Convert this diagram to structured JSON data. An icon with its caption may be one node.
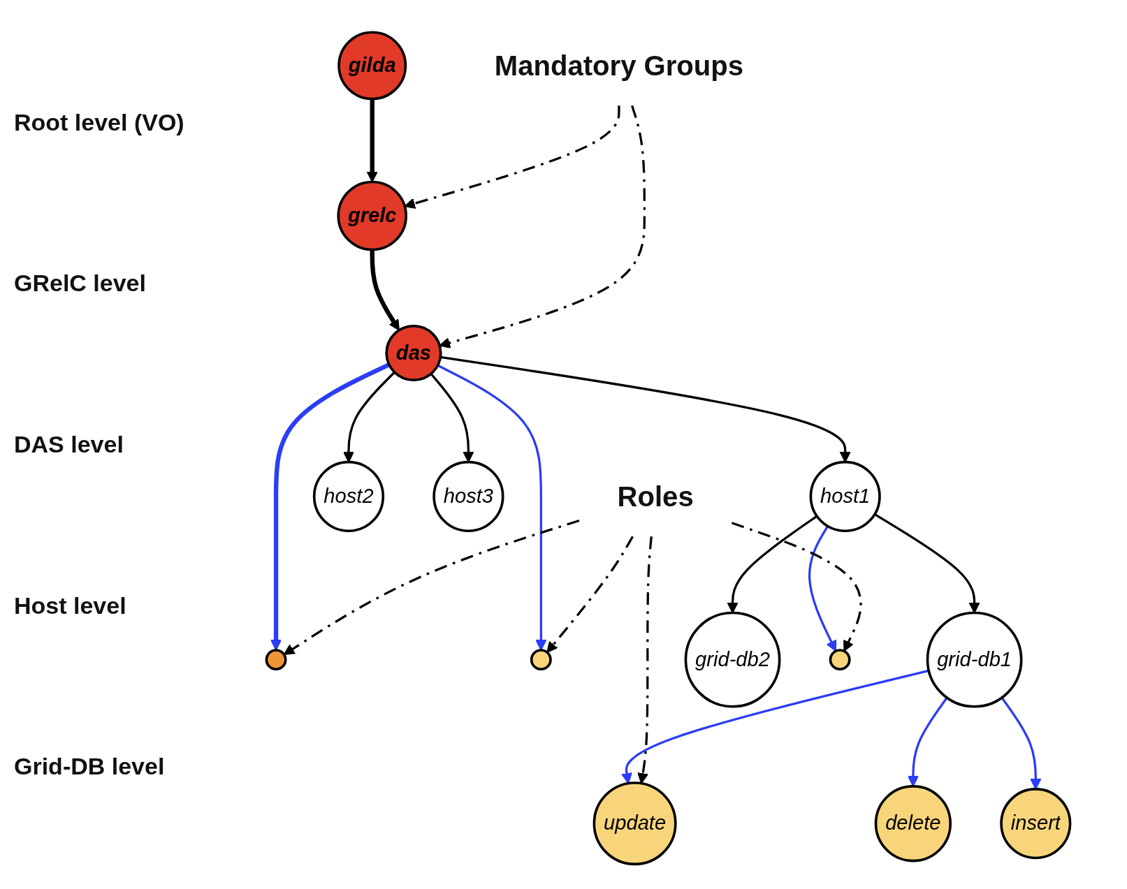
{
  "diagram": {
    "nodes": [
      {
        "text": [
          "gilda"
        ]
      },
      {
        "text": [
          "grelc"
        ]
      },
      {
        "text": [
          "das"
        ]
      },
      {
        "text": [
          "host1"
        ]
      },
      {
        "text": [
          "host2"
        ]
      },
      {
        "text": [
          "host3"
        ]
      },
      {
        "text": [],
        "shape": "circle"
      },
      {
        "text": [],
        "shape": "circle"
      },
      {
        "text": [
          "grid-db1"
        ]
      },
      {
        "text": [
          "grid-db2"
        ]
      },
      {
        "text": [],
        "shape": "circle"
      },
      {
        "text": [
          "insert"
        ]
      },
      {
        "text": [
          "delete"
        ]
      },
      {
        "text": [
          "update"
        ]
      },
      {
        "text": [
          "Mandatory Groups"
        ]
      },
      {
        "text": [
          "Roles"
        ]
      }
    ],
    "edges": [
      {
        "from": 0,
        "to": 1,
        "arrow": "to",
        "style": "thick"
      },
      {
        "from": 1,
        "to": 2,
        "arrow": "to",
        "style": "thick"
      },
      {
        "from": 2,
        "to": 3,
        "arrow": "to"
      },
      {
        "from": 2,
        "to": 4,
        "arrow": "to"
      },
      {
        "from": 2,
        "to": 5,
        "arrow": "to"
      },
      {
        "from": 2,
        "to": 6,
        "arrow": "to",
        "style": "thick",
        "color": "#2b3df5"
      },
      {
        "from": 2,
        "to": 7,
        "arrow": "to",
        "color": "#2b3df5"
      },
      {
        "from": 3,
        "to": 8,
        "arrow": "to"
      },
      {
        "from": 3,
        "to": 9,
        "arrow": "to"
      },
      {
        "from": 3,
        "to": 10,
        "arrow": "to",
        "color": "#2b3df5"
      },
      {
        "from": 8,
        "to": 11,
        "arrow": "to",
        "color": "#2b3df5"
      },
      {
        "from": 8,
        "to": 12,
        "arrow": "to",
        "color": "#2b3df5"
      },
      {
        "from": 8,
        "to": 13,
        "arrow": "to",
        "color": "#2b3df5"
      },
      {
        "from": 14,
        "to": 1,
        "arrow": "to",
        "style": "dashed"
      },
      {
        "from": 14,
        "to": 2,
        "arrow": "to",
        "style": "dashed"
      },
      {
        "from": 15,
        "to": 6,
        "arrow": "to",
        "style": "dashed"
      },
      {
        "from": 15,
        "to": 7,
        "arrow": "to",
        "style": "dashed"
      },
      {
        "from": 15,
        "to": 10,
        "arrow": "to",
        "style": "dashed"
      },
      {
        "from": 15,
        "to": 13,
        "arrow": "to",
        "style": "dashed"
      }
    ],
    "labels": [
      "Root level (VO)",
      "GRelC level",
      "DAS level",
      "Host level",
      "Grid-DB level"
    ]
  }
}
